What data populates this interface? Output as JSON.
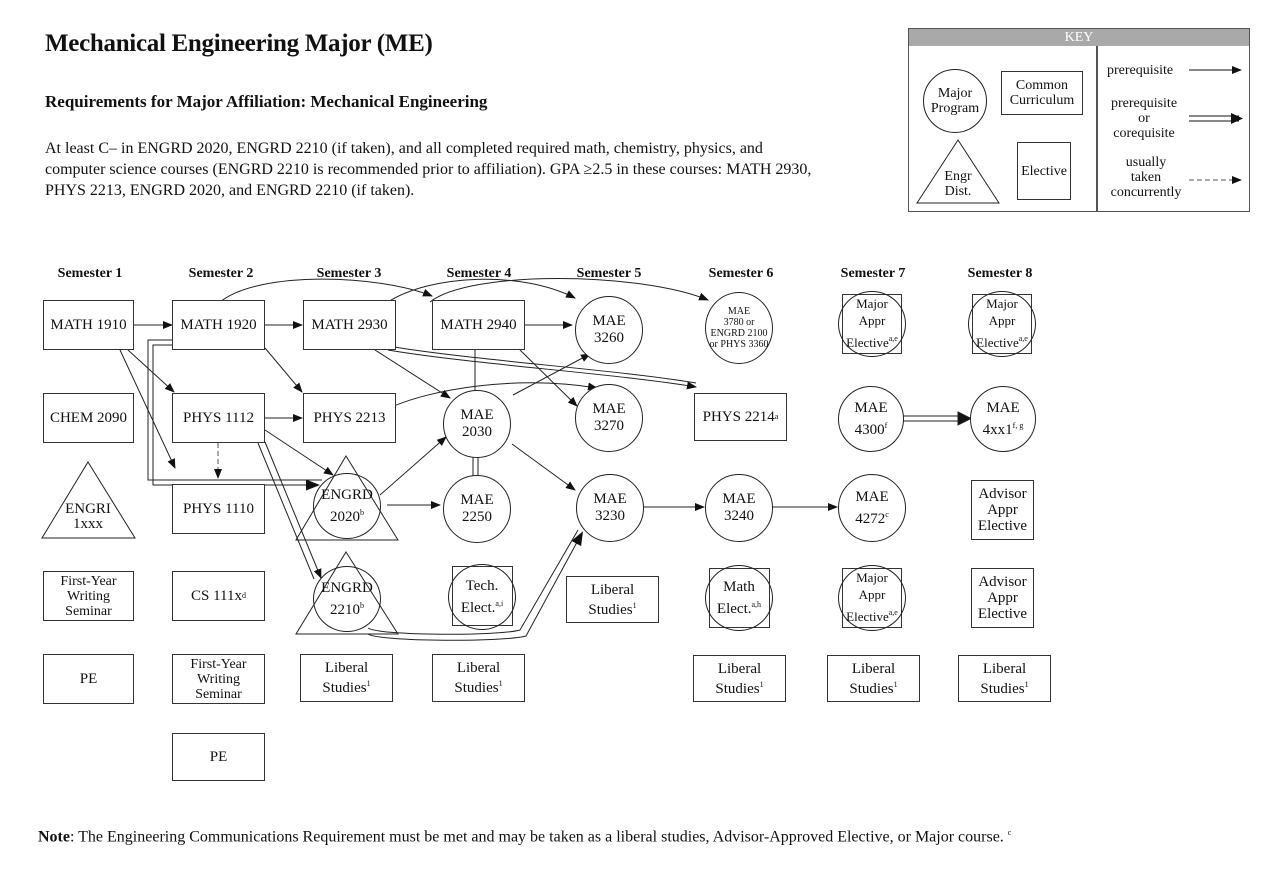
{
  "title": "Mechanical Engineering Major (ME)",
  "subtitle": "Requirements for Major Affiliation:  Mechanical Engineering",
  "paragraph": [
    "At least C– in ENGRD 2020, ENGRD 2210 (if taken), and all completed required math, chemistry, physics, and",
    "computer science courses (ENGRD 2210 is recommended prior to affiliation). GPA ≥2.5 in these courses: MATH 2930,",
    "PHYS 2213, ENGRD 2020, and ENGRD 2210 (if taken)."
  ],
  "key": {
    "header": "KEY",
    "major_program": "Major\nProgram",
    "common_curriculum": "Common\nCurriculum",
    "engr_dist": "Engr\nDist.",
    "elective": "Elective",
    "prerequisite": "prerequisite",
    "prereq_or_coreq": "prerequisite\nor\ncorequisite",
    "concurrent": "usually\ntaken\nconcurrently"
  },
  "semesters": [
    "Semester 1",
    "Semester 2",
    "Semester 3",
    "Semester 4",
    "Semester 5",
    "Semester 6",
    "Semester 7",
    "Semester 8"
  ],
  "courses": {
    "math1910": "MATH 1910",
    "chem2090": "CHEM 2090",
    "engri": "ENGRI\n1xxx",
    "fyws1": "First-Year\nWriting\nSeminar",
    "pe1": "PE",
    "math1920": "MATH 1920",
    "phys1112": "PHYS 1112",
    "phys1110": "PHYS 1110",
    "cs111x": "CS 111x",
    "cs111x_sup": "d",
    "fyws2": "First-Year\nWriting\nSeminar",
    "pe2": "PE",
    "math2930": "MATH 2930",
    "phys2213": "PHYS 2213",
    "engrd2020": "ENGRD\n2020",
    "engrd2020_sup": "b",
    "engrd2210": "ENGRD\n2210",
    "engrd2210_sup": "b",
    "ls3": "Liberal\nStudies",
    "ls3_sup": "1",
    "math2940": "MATH 2940",
    "mae2030": "MAE\n2030",
    "mae2250": "MAE\n2250",
    "tech": "Tech.\nElect.",
    "tech_sup": "a,i",
    "ls4": "Liberal\nStudies",
    "ls4_sup": "1",
    "mae3260": "MAE\n3260",
    "mae3270": "MAE\n3270",
    "mae3230": "MAE\n3230",
    "ls5": "Liberal\nStudies",
    "ls5_sup": "1",
    "mae3780": "MAE\n3780 or\nENGRD 2100\nor PHYS 3360",
    "phys2214": "PHYS 2214",
    "phys2214_sup": "a",
    "mae3240": "MAE\n3240",
    "math_elect": "Math\nElect.",
    "math_elect_sup": "a,h",
    "ls6": "Liberal\nStudies",
    "ls6_sup": "1",
    "major7a": "Major\nAppr\nElective",
    "major7a_sup": "a,e",
    "mae4300": "MAE\n4300",
    "mae4300_sup": "f",
    "mae4272": "MAE\n4272",
    "mae4272_sup": "c",
    "major7b": "Major\nAppr\nElective",
    "major7b_sup": "a,e",
    "ls7": "Liberal\nStudies",
    "ls7_sup": "1",
    "major8": "Major\nAppr\nElective",
    "major8_sup": "a,e",
    "mae4xx1": "MAE\n4xx1",
    "mae4xx1_sup": "f, g",
    "advisor8a": "Advisor\nAppr\nElective",
    "advisor8b": "Advisor\nAppr\nElective",
    "ls8": "Liberal\nStudies",
    "ls8_sup": "1"
  },
  "note_label": "Note",
  "note_text": ": The Engineering Communications Requirement must be met and may be taken as a liberal studies, Advisor-Approved Elective, or Major course.",
  "note_sup": "c"
}
